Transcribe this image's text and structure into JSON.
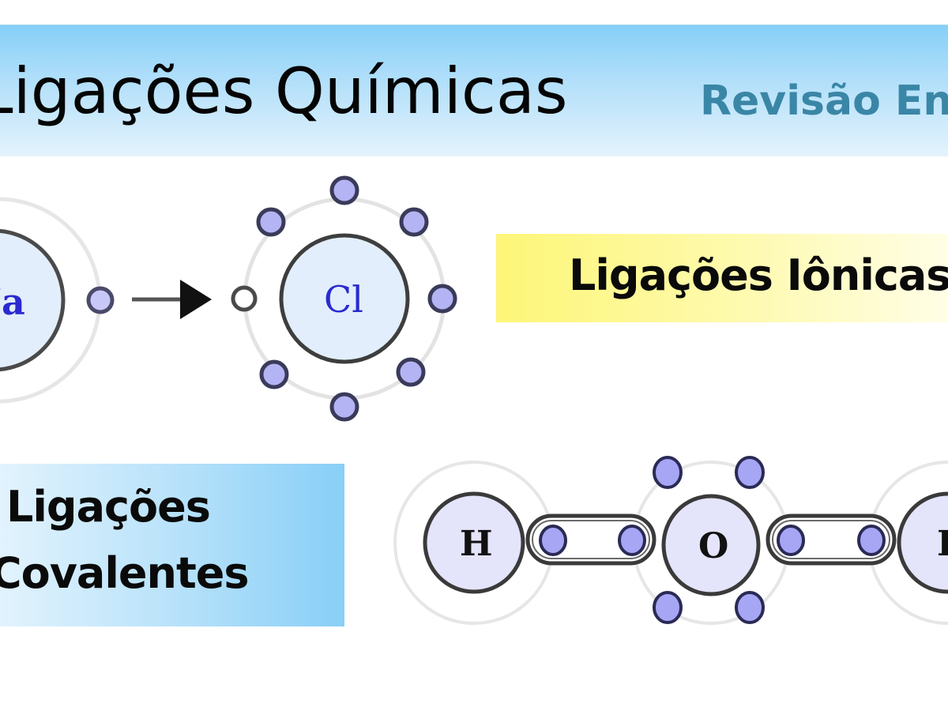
{
  "header": {
    "title": "Ligações Químicas",
    "subtitle": "Revisão Enem"
  },
  "ionic": {
    "label": "Ligações Iônicas",
    "atoms": [
      {
        "symbol": "Na",
        "role": "electron donor",
        "outer_electrons": 1
      },
      {
        "symbol": "Cl",
        "role": "electron acceptor",
        "outer_electrons": 7,
        "received_electrons": 1
      }
    ],
    "transfer_arrow": "arrow-right"
  },
  "covalent": {
    "label_line1": "Ligações",
    "label_line2": "Covalentes",
    "molecule": [
      {
        "symbol": "H"
      },
      {
        "symbol": "O",
        "lone_pair_electrons": 4
      },
      {
        "symbol": "H"
      }
    ],
    "shared_pairs": 2
  },
  "colors": {
    "header_blue": "#86cff8",
    "subtitle_teal": "#3a86a6",
    "ionic_yellow": "#fdf678",
    "electron_fill": "#a6a6f5",
    "nucleus_fill": "#e2eefb",
    "symbol_blue": "#2a2ad0"
  }
}
